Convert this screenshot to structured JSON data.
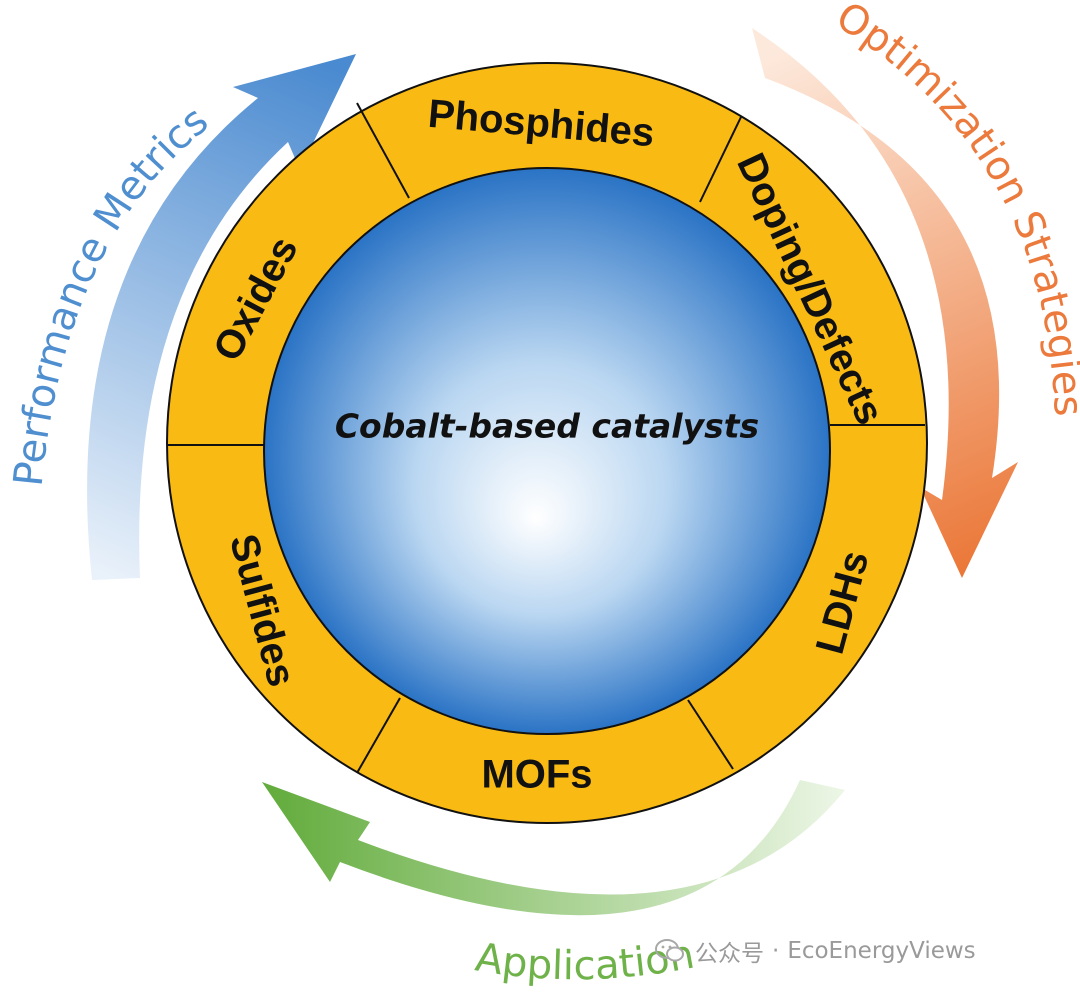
{
  "center": {
    "label": "Cobalt-based catalysts"
  },
  "segments": {
    "phosphides": "Phosphides",
    "doping_defects": "Doping/Defects",
    "ldhs": "LDHs",
    "mofs": "MOFs",
    "sulfides": "Sulfides",
    "oxides": "Oxides"
  },
  "cycle": {
    "performance": "Performance Metrics",
    "optimization": "Optimization Strategies",
    "application": "Application"
  },
  "colors": {
    "ring": "#F9BA14",
    "outline": "#111111",
    "sphere_center": "#ffffff",
    "sphere_edge": "#2E78C8",
    "performance": "#4F8FD0",
    "optimization": "#EB7A3C",
    "application": "#6FB24A"
  },
  "watermark": {
    "platform": "公众号",
    "separator": "·",
    "account": "EcoEnergyViews"
  }
}
